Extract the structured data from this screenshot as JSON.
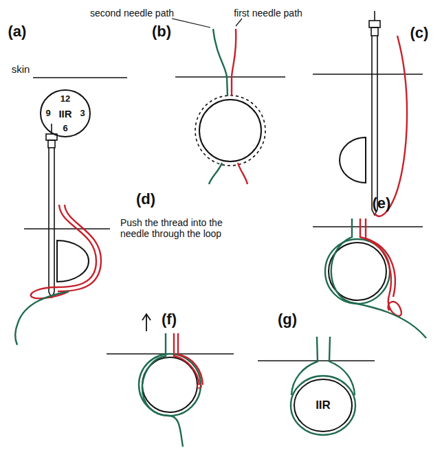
{
  "diagram": {
    "nodes": [
      {
        "text": [
          "IIR"
        ]
      },
      {
        "text": [
          "IIR"
        ]
      }
    ],
    "labels": [
      "second needle path",
      "first needle path",
      "(a)",
      "skin",
      "12",
      "9",
      "3",
      "6",
      "(b)",
      "(c)",
      "(d)",
      "Push the thread into the needle through the loop",
      "(e)",
      "(f)",
      "(g)"
    ]
  }
}
